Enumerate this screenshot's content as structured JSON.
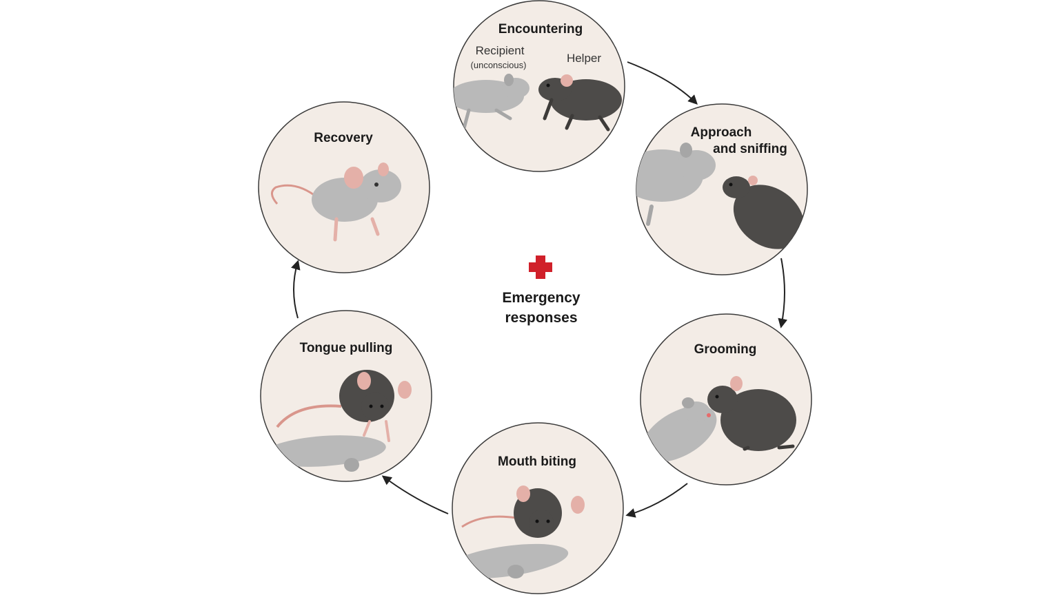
{
  "center": {
    "line1": "Emergency",
    "line2": "responses",
    "icon": "red-cross-icon",
    "icon_color": "#d0202a"
  },
  "colors": {
    "circle_fill": "#f3ece6",
    "circle_stroke": "#3a3a3a",
    "helper_mouse": "#4d4b49",
    "recipient_mouse": "#b9b9b9",
    "ear_pink": "#e4b0a8",
    "arrow": "#222222"
  },
  "stages": [
    {
      "title": "Encountering",
      "recipient_label": "Recipient",
      "recipient_sublabel": "(unconscious)",
      "helper_label": "Helper"
    },
    {
      "title": "Approach",
      "title_line2": "and sniffing"
    },
    {
      "title": "Grooming"
    },
    {
      "title": "Mouth biting"
    },
    {
      "title": "Tongue pulling"
    },
    {
      "title": "Recovery"
    }
  ]
}
